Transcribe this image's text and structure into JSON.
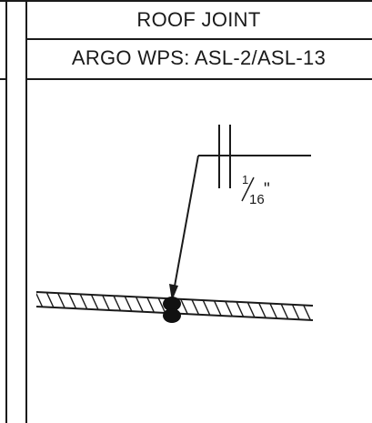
{
  "block": {
    "title": "ROOF JOINT",
    "wps": "ARGO WPS: ASL-2/ASL-13"
  },
  "weld_symbol": {
    "size_numerator": "1",
    "size_denominator": "16",
    "size_unit": "\""
  },
  "colors": {
    "line": "#1a1a1a",
    "background": "#ffffff"
  }
}
